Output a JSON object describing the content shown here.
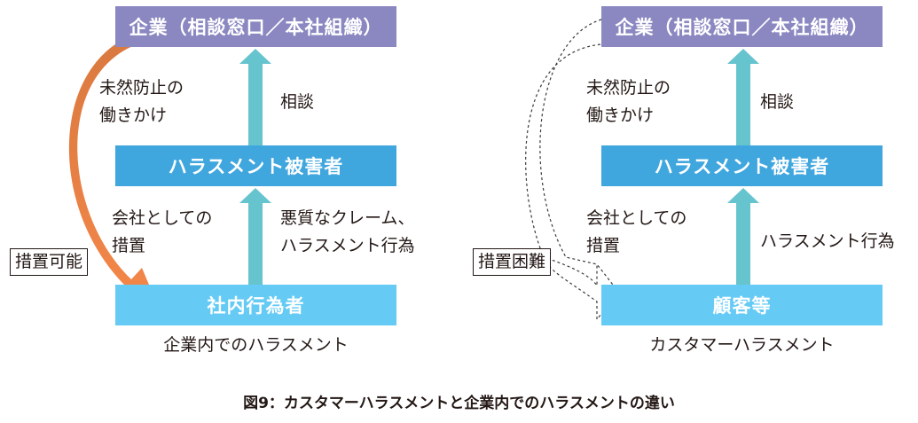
{
  "colors": {
    "company_box": "#8a87c1",
    "victim_box": "#40a6de",
    "actor_box": "#66cbf4",
    "flow_arrow": "#66c4cf",
    "possible_arrow": "#ee7f44",
    "text": "#231815"
  },
  "left": {
    "top_box": "企業（相談窓口／本社組織）",
    "mid_box": "ハラスメント被害者",
    "bottom_box": "社内行為者",
    "label_prevention": [
      "未然防止の",
      "働きかけ"
    ],
    "label_consult": "相談",
    "label_measure": [
      "会社としての",
      "措置"
    ],
    "label_act": [
      "悪質なクレーム、",
      "ハラスメント行為"
    ],
    "tag": "措置可能",
    "subtitle": "企業内でのハラスメント",
    "arrow_style": "solid"
  },
  "right": {
    "top_box": "企業（相談窓口／本社組織）",
    "mid_box": "ハラスメント被害者",
    "bottom_box": "顧客等",
    "label_prevention": [
      "未然防止の",
      "働きかけ"
    ],
    "label_consult": "相談",
    "label_measure": [
      "会社としての",
      "措置"
    ],
    "label_act": [
      "ハラスメント行為"
    ],
    "tag": "措置困難",
    "subtitle": "カスタマーハラスメント",
    "arrow_style": "dashed"
  },
  "caption": "図9：カスタマーハラスメントと企業内でのハラスメントの違い"
}
